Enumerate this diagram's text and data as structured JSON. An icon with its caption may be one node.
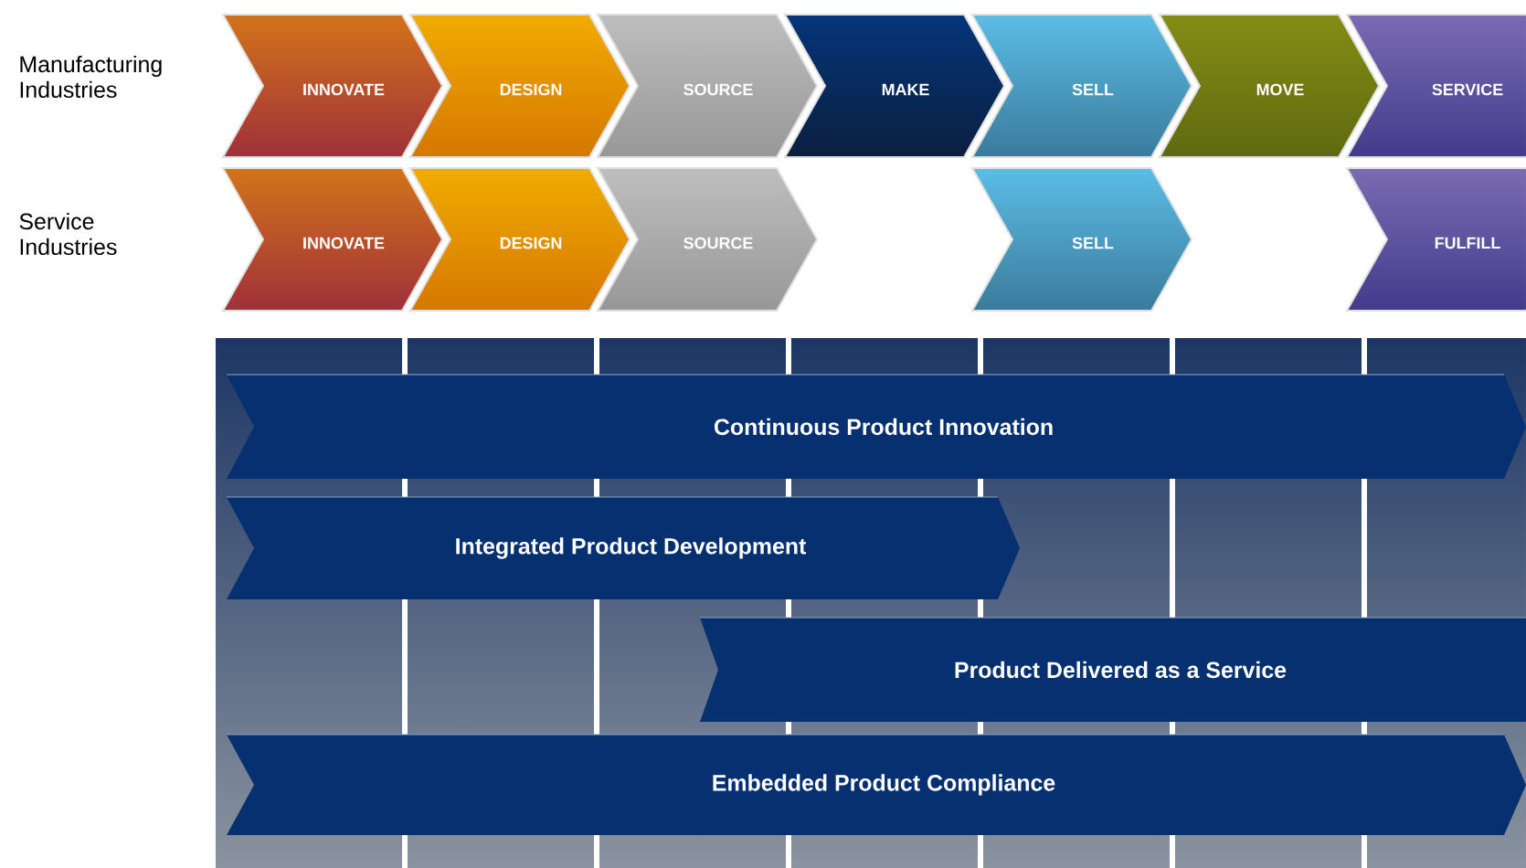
{
  "diagram": {
    "nodes": [
      {
        "text": [
          "INNOVATE"
        ]
      },
      {
        "text": [
          "DESIGN"
        ]
      },
      {
        "text": [
          "SOURCE"
        ]
      },
      {
        "text": [
          "MAKE"
        ]
      },
      {
        "text": [
          "SELL"
        ]
      },
      {
        "text": [
          "MOVE"
        ]
      },
      {
        "text": [
          "SERVICE"
        ]
      },
      {
        "text": [
          "INNOVATE"
        ]
      },
      {
        "text": [
          "DESIGN"
        ]
      },
      {
        "text": [
          "SOURCE"
        ]
      },
      {
        "text": [
          "SELL"
        ]
      },
      {
        "text": [
          "FULFILL"
        ]
      },
      {
        "text": [
          "Continuous Product Innovation"
        ]
      },
      {
        "text": [
          "Integrated Product Development"
        ]
      },
      {
        "text": [
          "Product Delivered as a Service"
        ]
      },
      {
        "text": [
          "Embedded Product Compliance"
        ]
      }
    ],
    "labels": [
      "Manufacturing Industries",
      "Service Industries"
    ]
  }
}
